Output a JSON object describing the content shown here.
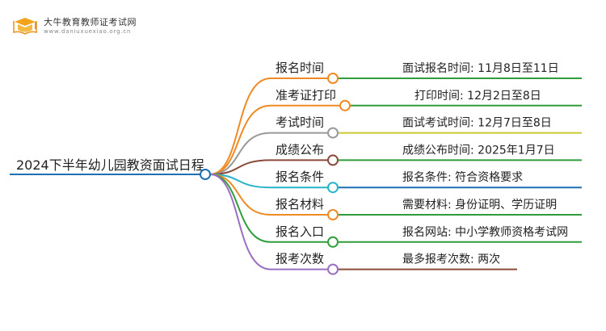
{
  "logo": {
    "title": "大牛教育教师证考试网",
    "url": "www.daniuxuexiao.org.cn"
  },
  "mindmap": {
    "root": "2024下半年幼儿园教资面试日程",
    "branches": [
      {
        "label": "报名时间",
        "detail": "面试报名时间: 11月8日至11日",
        "color": "#f08a24"
      },
      {
        "label": "准考证打印",
        "detail": "打印时间: 12月2日至8日",
        "color": "#f08a24"
      },
      {
        "label": "考试时间",
        "detail": "面试考试时间: 12月7日至8日",
        "color": "#999999"
      },
      {
        "label": "成绩公布",
        "detail": "成绩公布时间: 2025年1月7日",
        "color": "#8b4a3c"
      },
      {
        "label": "报名条件",
        "detail": "报名条件: 符合资格要求",
        "color": "#27b3c9"
      },
      {
        "label": "报名材料",
        "detail": "需要材料: 身份证明、学历证明",
        "color": "#f08a24"
      },
      {
        "label": "报名入口",
        "detail": "报名网站: 中小学教师资格考试网",
        "color": "#2f9e3a"
      },
      {
        "label": "报考次数",
        "detail": "最多报考次数: 两次",
        "color": "#9a6fc4"
      }
    ],
    "detail_line_colors": [
      "#2f9e3a",
      "#2f9e3a",
      "#c8c832",
      "#2f9e3a",
      "#1f6fb2",
      "#2f9e3a",
      "#2f9e3a",
      "#8b4a3c"
    ]
  }
}
